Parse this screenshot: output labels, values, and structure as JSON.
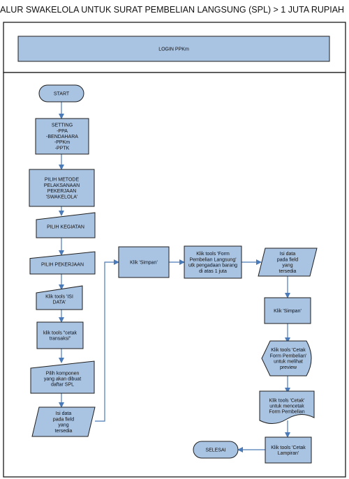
{
  "title": "ALUR SWAKELOLA UNTUK SURAT PEMBELIAN LANGSUNG (SPL) > 1 JUTA RUPIAH",
  "colors": {
    "shape_fill": "#a9c3e2",
    "shape_stroke": "#1e1e1e",
    "connector": "#4a7ab8",
    "frame": "#1a1a1a"
  },
  "lanes": [
    {
      "id": "lane-login"
    },
    {
      "id": "lane-process"
    }
  ],
  "nodes": [
    {
      "id": "login",
      "type": "process",
      "lines": [
        "LOGIN PPKm"
      ]
    },
    {
      "id": "start",
      "type": "terminator",
      "lines": [
        "START"
      ]
    },
    {
      "id": "setting",
      "type": "process",
      "lines": [
        "SETTING",
        "-PPA",
        "-BENDAHARA",
        "-PPKm",
        "-PPTK"
      ]
    },
    {
      "id": "metode",
      "type": "process",
      "lines": [
        "PILIH METODE",
        "PELAKSANAAN",
        "PEKERJAAN",
        "'SWAKELOLA'"
      ]
    },
    {
      "id": "kegiatan",
      "type": "manual-input",
      "lines": [
        "PILIH KEGIATAN"
      ]
    },
    {
      "id": "pekerjaan",
      "type": "manual-input",
      "lines": [
        "PILIH PEKERJAAN"
      ]
    },
    {
      "id": "isi-data",
      "type": "manual-input",
      "lines": [
        "Klik tools 'ISI",
        "DATA'"
      ]
    },
    {
      "id": "cetak-transaksi",
      "type": "process",
      "lines": [
        "klik tools \"cetak",
        "transaksi\""
      ]
    },
    {
      "id": "komponen",
      "type": "manual-input",
      "lines": [
        "Pilih komponen",
        "yang akan dibuat",
        "daftar SPL"
      ]
    },
    {
      "id": "isi-field-1",
      "type": "data",
      "lines": [
        "Isi data",
        "pada field",
        "yang",
        "tersedia"
      ]
    },
    {
      "id": "simpan-1",
      "type": "process",
      "lines": [
        "Klik 'Simpan'"
      ]
    },
    {
      "id": "form-pembelian",
      "type": "process",
      "lines": [
        "Klik tools 'Form",
        "Pembelian Langsung'",
        "utk pengadaan barang",
        "di atas 1 juta"
      ]
    },
    {
      "id": "isi-field-2",
      "type": "data",
      "lines": [
        "Isi data",
        "pada field",
        "yang",
        "tersedia"
      ]
    },
    {
      "id": "simpan-2",
      "type": "process",
      "lines": [
        "Klik 'Simpan'"
      ]
    },
    {
      "id": "preview",
      "type": "display",
      "lines": [
        "Klik tools 'Cetak",
        "Form Pembelian'",
        "untuk melihat",
        "preview"
      ]
    },
    {
      "id": "cetak-form",
      "type": "document",
      "lines": [
        "Klik tools 'Cetak'",
        "untuk mencetak",
        "Form Pembelian"
      ]
    },
    {
      "id": "lampiran",
      "type": "process",
      "lines": [
        "Klik tools 'Cetak",
        "Lampiran'"
      ]
    },
    {
      "id": "selesai",
      "type": "terminator",
      "lines": [
        "SELESAI"
      ]
    }
  ],
  "edges": [
    {
      "from": "start",
      "to": "setting"
    },
    {
      "from": "setting",
      "to": "metode"
    },
    {
      "from": "metode",
      "to": "kegiatan"
    },
    {
      "from": "kegiatan",
      "to": "pekerjaan"
    },
    {
      "from": "pekerjaan",
      "to": "isi-data"
    },
    {
      "from": "isi-data",
      "to": "cetak-transaksi"
    },
    {
      "from": "cetak-transaksi",
      "to": "komponen"
    },
    {
      "from": "komponen",
      "to": "isi-field-1"
    },
    {
      "from": "isi-field-1",
      "to": "simpan-1"
    },
    {
      "from": "simpan-1",
      "to": "form-pembelian"
    },
    {
      "from": "form-pembelian",
      "to": "isi-field-2"
    },
    {
      "from": "isi-field-2",
      "to": "simpan-2"
    },
    {
      "from": "simpan-2",
      "to": "preview"
    },
    {
      "from": "preview",
      "to": "cetak-form"
    },
    {
      "from": "cetak-form",
      "to": "lampiran"
    },
    {
      "from": "lampiran",
      "to": "selesai"
    }
  ]
}
